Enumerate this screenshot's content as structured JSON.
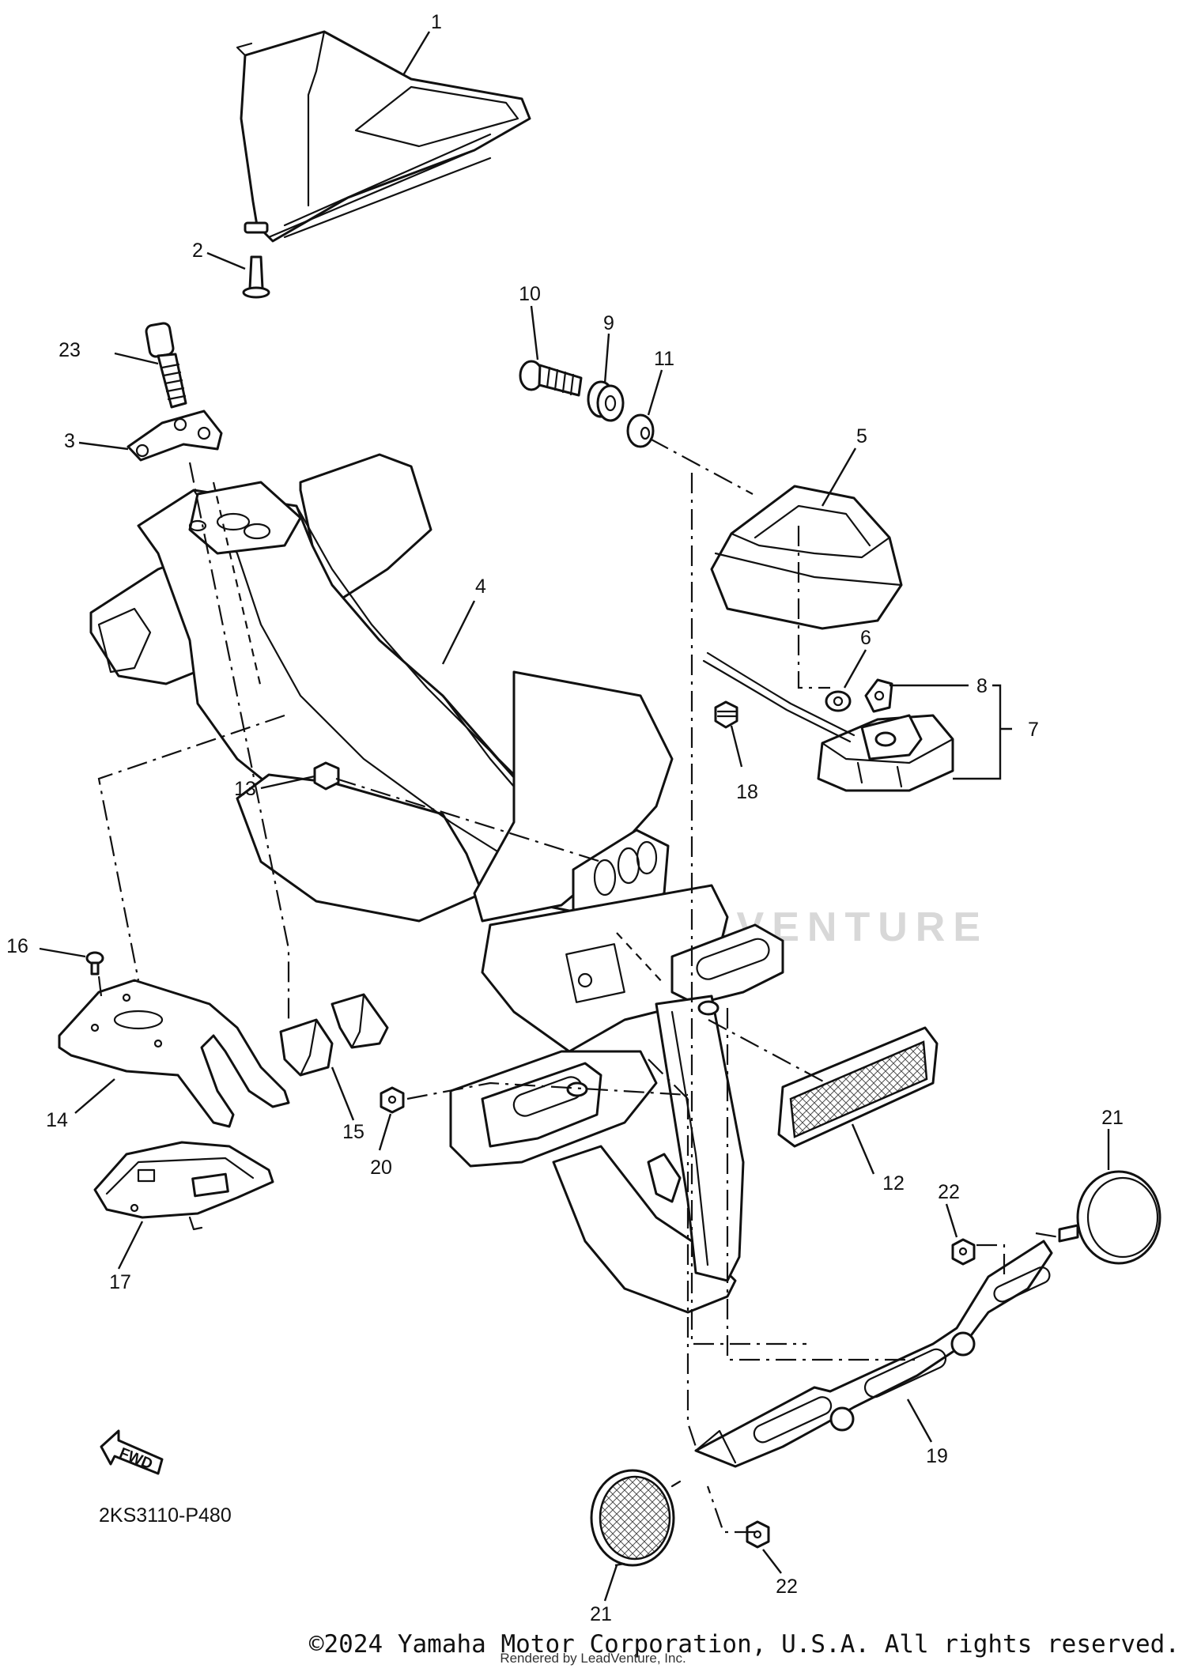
{
  "diagram": {
    "callouts": [
      {
        "id": "c1",
        "text": "1"
      },
      {
        "id": "c2",
        "text": "2"
      },
      {
        "id": "c3",
        "text": "3"
      },
      {
        "id": "c4",
        "text": "4"
      },
      {
        "id": "c5",
        "text": "5"
      },
      {
        "id": "c6",
        "text": "6"
      },
      {
        "id": "c7",
        "text": "7"
      },
      {
        "id": "c8",
        "text": "8"
      },
      {
        "id": "c9",
        "text": "9"
      },
      {
        "id": "c10",
        "text": "10"
      },
      {
        "id": "c11",
        "text": "11"
      },
      {
        "id": "c12",
        "text": "12"
      },
      {
        "id": "c13",
        "text": "13"
      },
      {
        "id": "c14",
        "text": "14"
      },
      {
        "id": "c15",
        "text": "15"
      },
      {
        "id": "c16",
        "text": "16"
      },
      {
        "id": "c17",
        "text": "17"
      },
      {
        "id": "c18",
        "text": "18"
      },
      {
        "id": "c19",
        "text": "19"
      },
      {
        "id": "c20",
        "text": "20"
      },
      {
        "id": "c21a",
        "text": "21"
      },
      {
        "id": "c21b",
        "text": "21"
      },
      {
        "id": "c22a",
        "text": "22"
      },
      {
        "id": "c22b",
        "text": "22"
      },
      {
        "id": "c23",
        "text": "23"
      }
    ],
    "fwd_label": "FWD",
    "reference_code": "2KS3110-P480",
    "watermark": "LEADVENTURE"
  },
  "footer": {
    "copyright": "©2024 Yamaha Motor Corporation, U.S.A. All rights reserved.",
    "rendered_by": "Rendered by LeadVenture, Inc."
  }
}
